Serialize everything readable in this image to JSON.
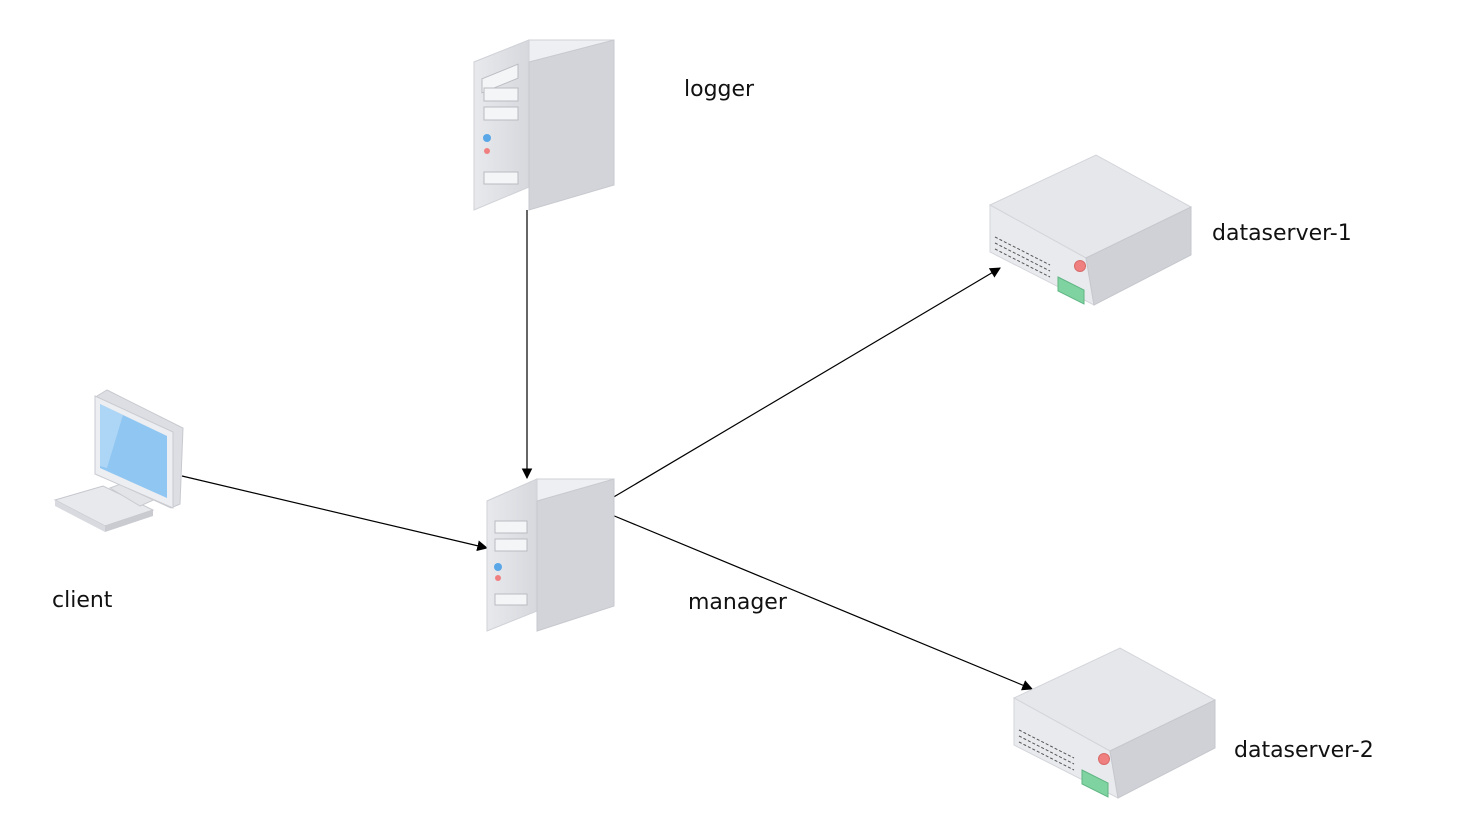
{
  "diagram": {
    "nodes": [
      {
        "id": "logger",
        "label": "logger",
        "icon": "tower-server-icon"
      },
      {
        "id": "manager",
        "label": "manager",
        "icon": "tower-server-icon"
      },
      {
        "id": "client",
        "label": "client",
        "icon": "desktop-computer-icon"
      },
      {
        "id": "dataserver-1",
        "label": "dataserver-1",
        "icon": "rack-server-icon"
      },
      {
        "id": "dataserver-2",
        "label": "dataserver-2",
        "icon": "rack-server-icon"
      }
    ],
    "edges": [
      {
        "from": "logger",
        "to": "manager"
      },
      {
        "from": "client",
        "to": "manager"
      },
      {
        "from": "manager",
        "to": "dataserver-1"
      },
      {
        "from": "manager",
        "to": "dataserver-2"
      }
    ],
    "colors": {
      "server_front": "#e6e7eb",
      "server_side": "#c9cbd1",
      "screen": "#8fc6f2",
      "led_red": "#f08080",
      "led_blue": "#5aa7e8",
      "panel_green": "#7fd3a0",
      "edge": "#000000"
    }
  }
}
